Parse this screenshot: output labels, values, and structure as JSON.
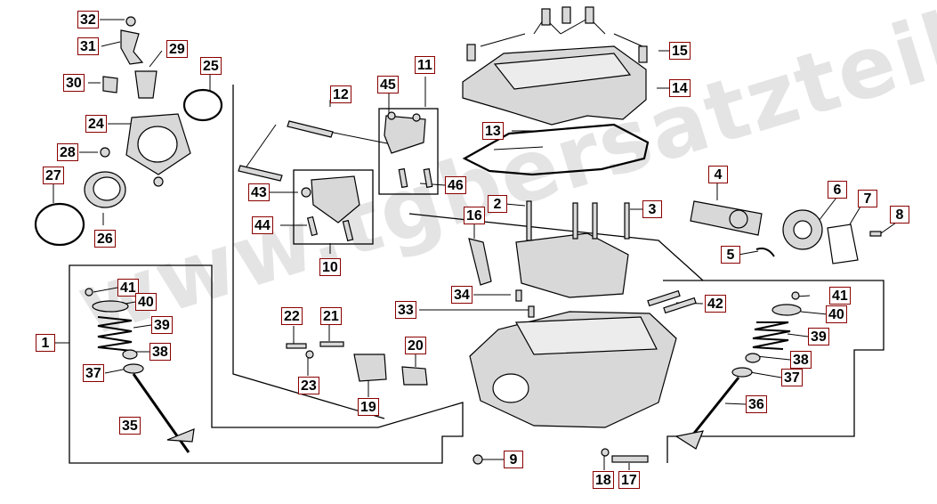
{
  "watermark": "www.tgbersatzteile.de",
  "colors": {
    "label_border": "#8a0000",
    "line": "#000000",
    "part_fill": "#d8d8d8"
  },
  "callouts": {
    "c1": "1",
    "c2": "2",
    "c3": "3",
    "c4": "4",
    "c5": "5",
    "c6": "6",
    "c7": "7",
    "c8": "8",
    "c9": "9",
    "c10": "10",
    "c11": "11",
    "c12": "12",
    "c13": "13",
    "c14": "14",
    "c15": "15",
    "c16": "16",
    "c17": "17",
    "c18": "18",
    "c19": "19",
    "c20": "20",
    "c21": "21",
    "c22": "22",
    "c23": "23",
    "c24": "24",
    "c25": "25",
    "c26": "26",
    "c27": "27",
    "c28": "28",
    "c29": "29",
    "c30": "30",
    "c31": "31",
    "c32": "32",
    "c33": "33",
    "c34": "34",
    "c35": "35",
    "c36": "36",
    "c37": "37",
    "c38": "38",
    "c39": "39",
    "c40a": "40",
    "c41a": "41",
    "c40b": "40",
    "c41b": "41",
    "c42": "42",
    "c43": "43",
    "c44": "44",
    "c45": "45",
    "c46": "46"
  }
}
